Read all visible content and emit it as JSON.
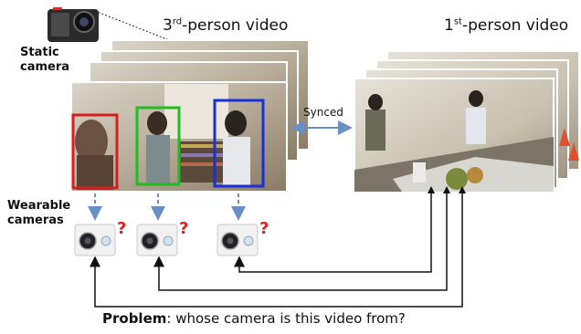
{
  "third_person": {
    "title_pre": "3",
    "title_sup": "rd",
    "title_post": "-person video"
  },
  "first_person": {
    "title_pre": "1",
    "title_sup": "st",
    "title_post": "-person video"
  },
  "static_camera": {
    "line1": "Static",
    "line2": "camera"
  },
  "wearable_cameras": {
    "line1": "Wearable",
    "line2": "cameras"
  },
  "synced_label": "Synced",
  "question_mark": "?",
  "caption": {
    "bold": "Problem",
    "rest": ": whose camera is this video from?"
  },
  "colors": {
    "box_red": "#d62020",
    "box_green": "#22bb22",
    "box_blue": "#1a2fd6",
    "dashed_arrow": "#6a8fc4",
    "synced_arrow": "#6a8fc4",
    "question": "#e02020",
    "connector": "#111111"
  }
}
